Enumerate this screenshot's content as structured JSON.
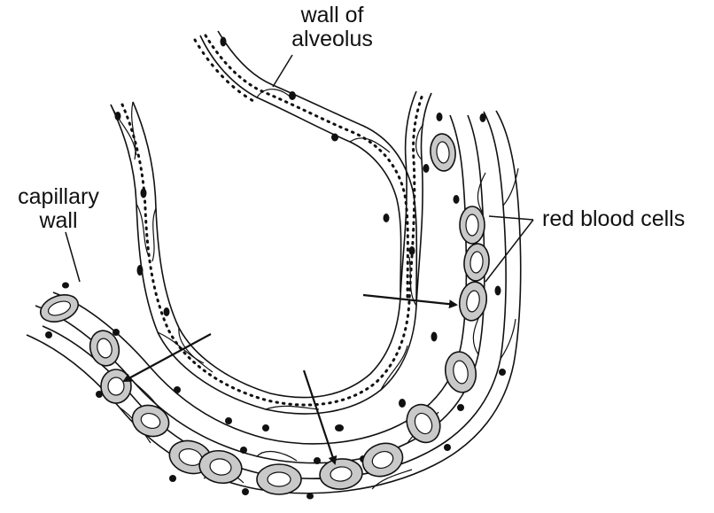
{
  "labels": {
    "wall_of_alveolus": [
      "wall of",
      "alveolus"
    ],
    "capillary_wall": [
      "capillary",
      "wall"
    ],
    "red_blood_cells": "red blood cells"
  },
  "colors": {
    "ink": "#111111",
    "red_cell_fill": "#c9c9c9",
    "background": "#ffffff"
  }
}
